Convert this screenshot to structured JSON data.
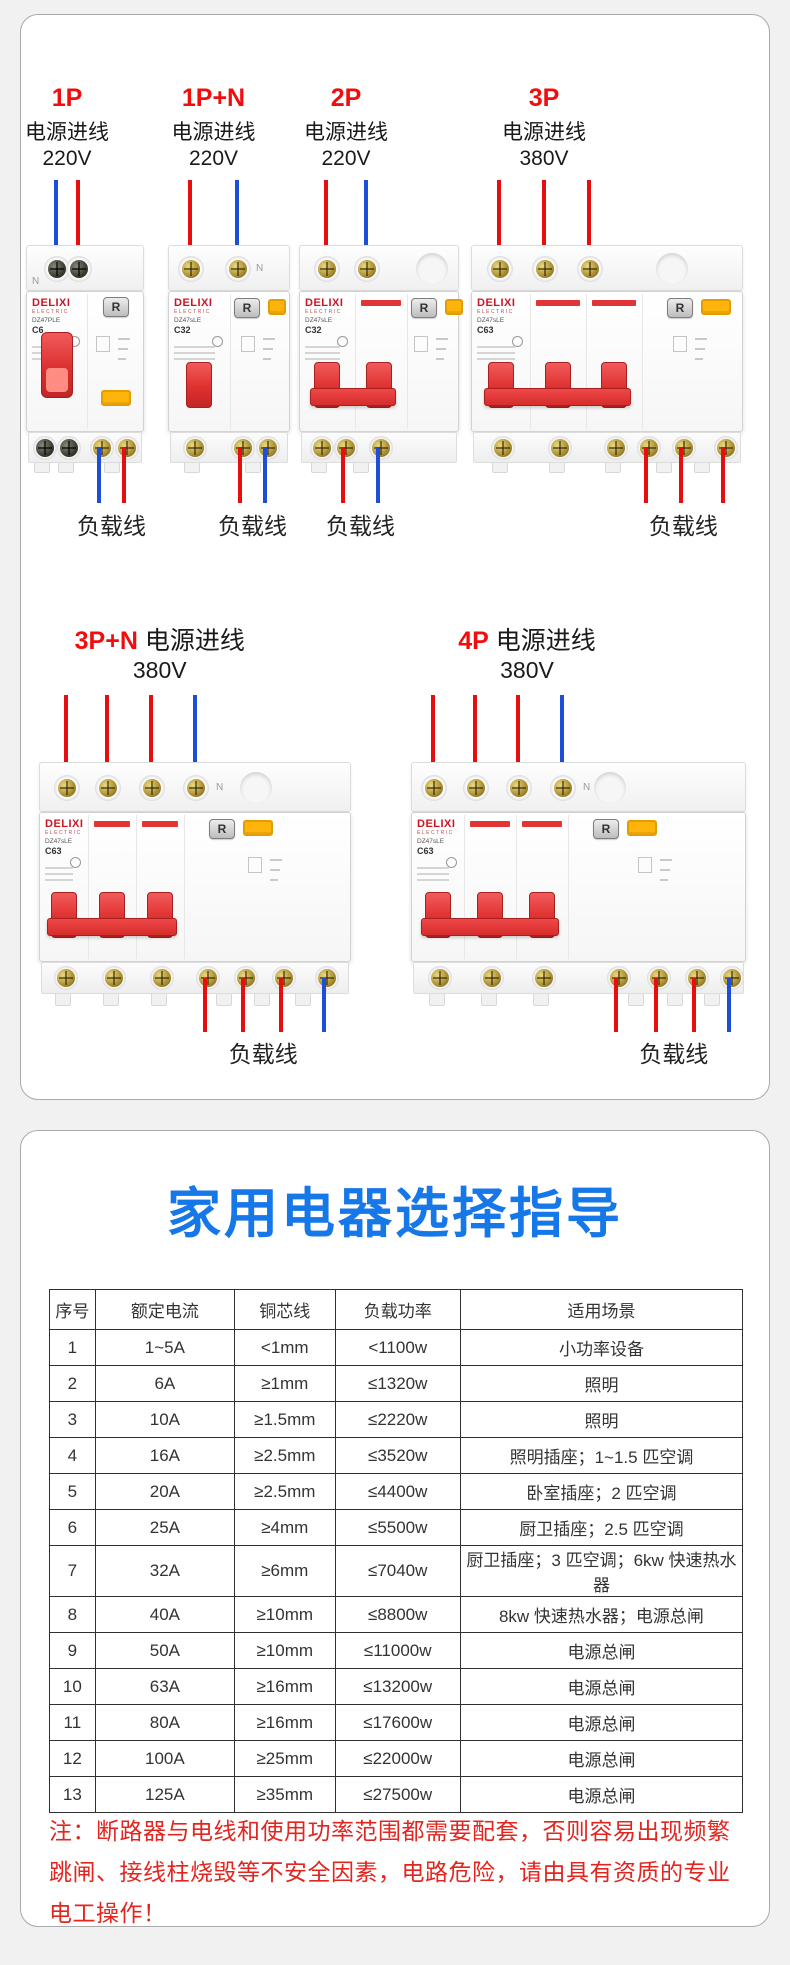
{
  "colors": {
    "label_red": "#f20d0d",
    "wire_red": "#e60e0e",
    "wire_blue": "#1c4ed8",
    "title_blue": "#1677e8",
    "note_red": "#e2251f",
    "brand_red": "#cc1524"
  },
  "wiring": {
    "supply_label": "电源进线",
    "load_label": "负载线",
    "brand": "DELIXI",
    "brand_sub": "ELECTRIC",
    "reset_button": "R",
    "n_marker": "N",
    "diagrams": [
      {
        "id": "d1",
        "pole": "1P",
        "voltage": "220V",
        "model": "DZ47PLE",
        "rating": "C6",
        "in_wires": [
          "blue",
          "red"
        ],
        "out_wires": [
          "blue",
          "red"
        ],
        "row": 1
      },
      {
        "id": "d2",
        "pole": "1P+N",
        "voltage": "220V",
        "model": "DZ47sLE",
        "rating": "C32",
        "in_wires": [
          "red",
          "blue"
        ],
        "out_wires": [
          "red",
          "blue"
        ],
        "row": 1
      },
      {
        "id": "d3",
        "pole": "2P",
        "voltage": "220V",
        "model": "DZ47sLE",
        "rating": "C32",
        "in_wires": [
          "red",
          "blue"
        ],
        "out_wires": [
          "red",
          "blue"
        ],
        "row": 1
      },
      {
        "id": "d4",
        "pole": "3P",
        "voltage": "380V",
        "model": "DZ47sLE",
        "rating": "C63",
        "in_wires": [
          "red",
          "red",
          "red"
        ],
        "out_wires": [
          "red",
          "red",
          "red"
        ],
        "row": 1
      },
      {
        "id": "d5",
        "pole": "3P+N",
        "voltage": "380V",
        "model": "DZ47sLE",
        "rating": "C63",
        "in_wires": [
          "red",
          "red",
          "red",
          "blue"
        ],
        "out_wires": [
          "red",
          "red",
          "red",
          "blue"
        ],
        "row": 2
      },
      {
        "id": "d6",
        "pole": "4P",
        "voltage": "380V",
        "model": "DZ47sLE",
        "rating": "C63",
        "in_wires": [
          "red",
          "red",
          "red",
          "blue"
        ],
        "out_wires": [
          "red",
          "red",
          "red",
          "blue"
        ],
        "row": 2
      }
    ]
  },
  "guide": {
    "title": "家用电器选择指导",
    "table": {
      "headers": [
        "序号",
        "额定电流",
        "铜芯线",
        "负载功率",
        "适用场景"
      ],
      "rows": [
        [
          "1",
          "1~5A",
          "<1mm",
          "<1100w",
          "小功率设备"
        ],
        [
          "2",
          "6A",
          "≥1mm",
          "≤1320w",
          "照明"
        ],
        [
          "3",
          "10A",
          "≥1.5mm",
          "≤2220w",
          "照明"
        ],
        [
          "4",
          "16A",
          "≥2.5mm",
          "≤3520w",
          "照明插座；1~1.5 匹空调"
        ],
        [
          "5",
          "20A",
          "≥2.5mm",
          "≤4400w",
          "卧室插座；2 匹空调"
        ],
        [
          "6",
          "25A",
          "≥4mm",
          "≤5500w",
          "厨卫插座；2.5 匹空调"
        ],
        [
          "7",
          "32A",
          "≥6mm",
          "≤7040w",
          "厨卫插座；3 匹空调；6kw 快速热水器"
        ],
        [
          "8",
          "40A",
          "≥10mm",
          "≤8800w",
          "8kw 快速热水器；电源总闸"
        ],
        [
          "9",
          "50A",
          "≥10mm",
          "≤11000w",
          "电源总闸"
        ],
        [
          "10",
          "63A",
          "≥16mm",
          "≤13200w",
          "电源总闸"
        ],
        [
          "11",
          "80A",
          "≥16mm",
          "≤17600w",
          "电源总闸"
        ],
        [
          "12",
          "100A",
          "≥25mm",
          "≤22000w",
          "电源总闸"
        ],
        [
          "13",
          "125A",
          "≥35mm",
          "≤27500w",
          "电源总闸"
        ]
      ]
    },
    "note": "注：断路器与电线和使用功率范围都需要配套，否则容易出现频繁跳闸、接线柱烧毁等不安全因素，电路危险，请由具有资质的专业电工操作！"
  }
}
